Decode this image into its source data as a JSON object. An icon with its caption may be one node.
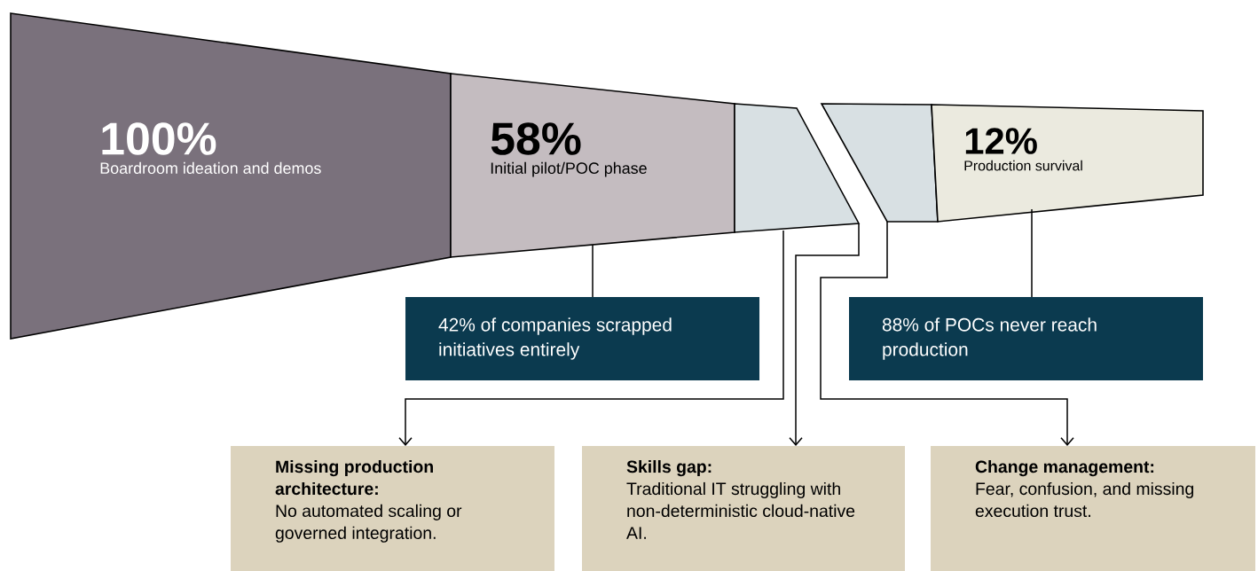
{
  "diagram": {
    "nodes": [
      {
        "text": [
          "100%",
          "Boardroom ideation and demos"
        ]
      },
      {
        "text": [
          "58%",
          "Initial pilot/POC phase"
        ]
      },
      {
        "text": [],
        "shape": "box"
      },
      {
        "text": [],
        "shape": "box"
      },
      {
        "text": [
          "12%",
          "Production survival"
        ]
      },
      {
        "text": [
          "42% of companies scrapped initiatives entirely"
        ]
      },
      {
        "text": [
          "88% of POCs never reach production"
        ]
      },
      {
        "text": [
          "Missing production architecture:",
          "No automated scaling or governed integration."
        ]
      },
      {
        "text": [
          "Skills gap:",
          "Traditional IT struggling with non-deterministic cloud-native AI."
        ]
      },
      {
        "text": [
          "Change management:",
          "Fear, confusion, and missing execution trust."
        ]
      }
    ],
    "edges": [
      {
        "from": 1,
        "to": 5,
        "arrow": "none"
      },
      {
        "from": 4,
        "to": 6,
        "arrow": "none"
      },
      {
        "from": 2,
        "to": 7,
        "arrow": "to"
      },
      {
        "from": 2,
        "to": 8,
        "arrow": "to"
      },
      {
        "from": 3,
        "to": 9,
        "arrow": "to"
      }
    ]
  }
}
